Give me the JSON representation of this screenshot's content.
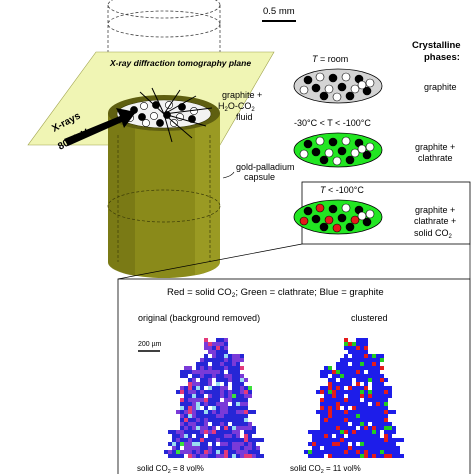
{
  "scale_bar": {
    "label": "0.5 mm"
  },
  "diagram": {
    "plane_label": "X-ray diffraction tomography plane",
    "xray_label_line1": "X-rays",
    "xray_label_line2": "80 KeV",
    "fluid_label_line1": "graphite +",
    "fluid_label_line2_pre": "H",
    "fluid_label_line2_sub1": "2",
    "fluid_label_line2_mid": "O-CO",
    "fluid_label_line2_sub2": "2",
    "fluid_label_line3": "fluid",
    "capsule_label_line1": "gold-palladium",
    "capsule_label_line2": "capsule"
  },
  "phases": {
    "header_line1": "Crystalline",
    "header_line2": "phases:",
    "row1": {
      "temp": "T = room",
      "label": "graphite"
    },
    "row2": {
      "temp": "-30°C < T < -100°C",
      "label_line1": "graphite +",
      "label_line2": "clathrate"
    },
    "row3": {
      "temp": "T < -100°C",
      "label_line1": "graphite +",
      "label_line2": "clathrate +",
      "label_line3_pre": "solid CO",
      "label_line3_sub": "2"
    }
  },
  "panel": {
    "legend_pre": "Red = solid CO",
    "legend_sub": "2",
    "legend_post": "; Green = clathrate; Blue = graphite",
    "left_title": "original (background removed)",
    "right_title": "clustered",
    "micro_scale": "200 µm",
    "left_caption": "solid CO",
    "left_caption_sub": "2",
    "left_caption_post": " = 8 vol%",
    "right_caption": "solid CO",
    "right_caption_sub": "2",
    "right_caption_post": " = 11 vol%"
  },
  "colors": {
    "plane": "#f0f5b4",
    "capsule": "#8a8a1a",
    "capsule_dark": "#5f5f10",
    "clathrate": "#22e622",
    "graphite_room": "#d4d4d4",
    "solid_co2": "#e41b1b",
    "graphite_blue": "#1d1dea"
  }
}
